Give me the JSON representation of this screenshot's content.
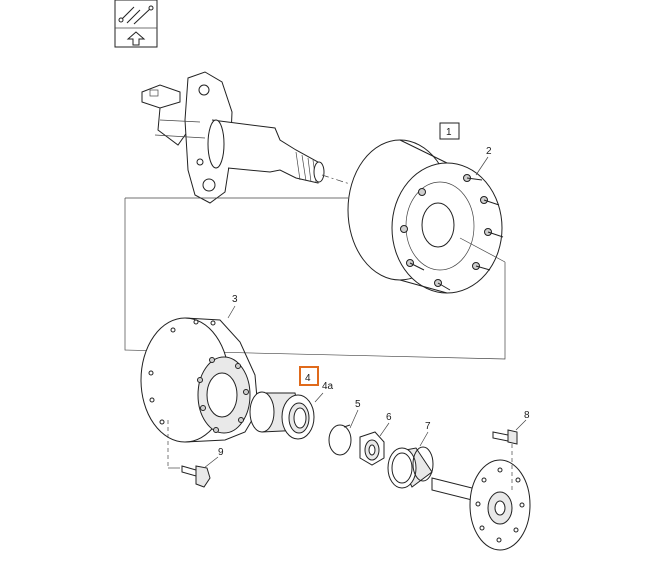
{
  "callouts": {
    "c1": "1",
    "c2": "2",
    "c3": "3",
    "c4": "4",
    "c4a": "4a",
    "c5": "5",
    "c6": "6",
    "c7": "7",
    "c8": "8",
    "c9": "9"
  },
  "colors": {
    "highlight_box": "#e06a1b",
    "line": "#222222",
    "background": "#ffffff"
  },
  "icons": {
    "tools": "tools-icon",
    "arrow": "arrow-up-icon"
  }
}
